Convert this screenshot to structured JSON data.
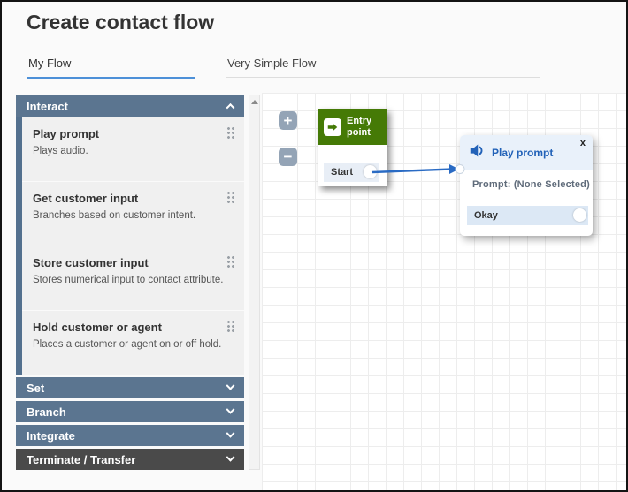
{
  "window": {
    "title": "Create contact flow"
  },
  "flow_form": {
    "name_value": "My Flow",
    "description_value": "Very Simple Flow"
  },
  "sidebar": {
    "sections": [
      {
        "label": "Interact",
        "state": "expanded"
      },
      {
        "label": "Set",
        "state": "collapsed"
      },
      {
        "label": "Branch",
        "state": "collapsed"
      },
      {
        "label": "Integrate",
        "state": "collapsed"
      },
      {
        "label": "Terminate / Transfer",
        "state": "collapsed"
      }
    ],
    "blocks": [
      {
        "title": "Play prompt",
        "description": "Plays audio."
      },
      {
        "title": "Get customer input",
        "description": "Branches based on customer intent."
      },
      {
        "title": "Store customer input",
        "description": "Stores numerical input to contact attribute."
      },
      {
        "title": "Hold customer or agent",
        "description": "Places a customer or agent on or off hold."
      }
    ]
  },
  "canvas": {
    "zoom_in_label": "+",
    "zoom_out_label": "−",
    "entry_block": {
      "title": "Entry point",
      "output_label": "Start"
    },
    "play_prompt_block": {
      "title": "Play prompt",
      "close_label": "x",
      "body_text": "Prompt: (None Selected)",
      "output_label": "Okay"
    }
  },
  "colors": {
    "section_header": "#5b7590",
    "section_header_dark": "#4a4a4a",
    "entry_green": "#457a06",
    "link_blue": "#2262b8",
    "connector_line": "#2a6bc4",
    "name_underline": "#4d90d8"
  }
}
